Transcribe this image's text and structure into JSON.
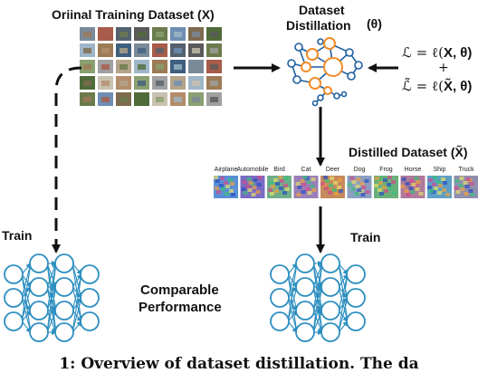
{
  "labels": {
    "original_title": "Oriinal Training Dataset (X)",
    "distill_title_line1": "Dataset",
    "distill_title_line2": "Distillation",
    "theta": "(θ)",
    "loss1_lhs": "ℒ = ℓ(",
    "loss1_args": "X, θ",
    "loss1_close": ")",
    "plus": "+",
    "loss2_lhs": "ℒ̃ = ℓ(",
    "loss2_args": "X̃, θ",
    "loss2_close": ")",
    "distilled_title": "Distilled Dataset (X̃)",
    "train_left": "Train",
    "train_right": "Train",
    "comparable_line1": "Comparable",
    "comparable_line2": "Performance",
    "caption": "1:  Overview of dataset distillation. The da"
  },
  "distilled_classes": [
    "Airplane",
    "Automobile",
    "Bird",
    "Cat",
    "Deer",
    "Dog",
    "Frog",
    "Horse",
    "Ship",
    "Truck"
  ],
  "colors": {
    "network": "#2d8fc0",
    "distill_blue": "#1f5f9f",
    "distill_orange": "#f28c28",
    "arrow": "#111111"
  },
  "icons": {
    "original_grid": "image-grid-icon",
    "distill_network": "neural-network-icon",
    "left_network": "neural-network-icon",
    "right_network": "neural-network-icon"
  }
}
